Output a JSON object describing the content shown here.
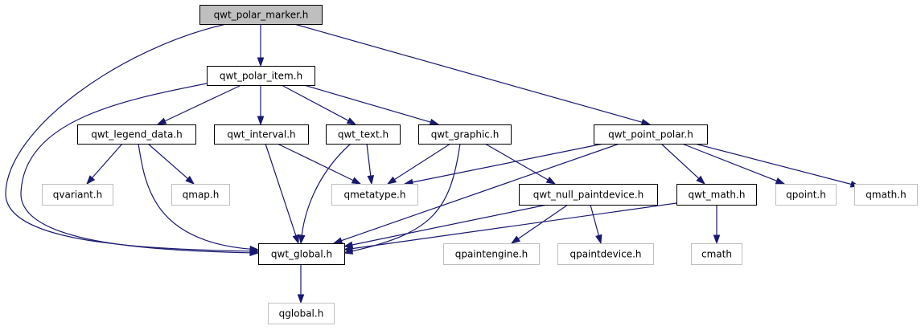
{
  "colors": {
    "edge": "#191970",
    "root_fill": "#bfbfbf",
    "node_fill": "#ffffff",
    "node_border": "#000000",
    "external_border": "#bfbfbf"
  },
  "nodes": [
    {
      "id": "qwt_polar_marker",
      "label": "qwt_polar_marker.h",
      "kind": "root"
    },
    {
      "id": "qwt_polar_item",
      "label": "qwt_polar_item.h",
      "kind": "internal"
    },
    {
      "id": "qwt_point_polar",
      "label": "qwt_point_polar.h",
      "kind": "internal"
    },
    {
      "id": "qwt_legend_data",
      "label": "qwt_legend_data.h",
      "kind": "internal"
    },
    {
      "id": "qwt_interval",
      "label": "qwt_interval.h",
      "kind": "internal"
    },
    {
      "id": "qwt_text",
      "label": "qwt_text.h",
      "kind": "internal"
    },
    {
      "id": "qwt_graphic",
      "label": "qwt_graphic.h",
      "kind": "internal"
    },
    {
      "id": "qvariant",
      "label": "qvariant.h",
      "kind": "external"
    },
    {
      "id": "qmap",
      "label": "qmap.h",
      "kind": "external"
    },
    {
      "id": "qmetatype",
      "label": "qmetatype.h",
      "kind": "external"
    },
    {
      "id": "qwt_null_paintdevice",
      "label": "qwt_null_paintdevice.h",
      "kind": "internal"
    },
    {
      "id": "qwt_math",
      "label": "qwt_math.h",
      "kind": "internal"
    },
    {
      "id": "qpoint",
      "label": "qpoint.h",
      "kind": "external"
    },
    {
      "id": "qmath",
      "label": "qmath.h",
      "kind": "external"
    },
    {
      "id": "qwt_global",
      "label": "qwt_global.h",
      "kind": "internal"
    },
    {
      "id": "qpaintengine",
      "label": "qpaintengine.h",
      "kind": "external"
    },
    {
      "id": "qpaintdevice",
      "label": "qpaintdevice.h",
      "kind": "external"
    },
    {
      "id": "cmath",
      "label": "cmath",
      "kind": "external"
    },
    {
      "id": "qglobal",
      "label": "qglobal.h",
      "kind": "external"
    }
  ],
  "edges": [
    {
      "from": "qwt_polar_marker",
      "to": "qwt_polar_item"
    },
    {
      "from": "qwt_polar_marker",
      "to": "qwt_point_polar"
    },
    {
      "from": "qwt_polar_marker",
      "to": "qwt_global"
    },
    {
      "from": "qwt_polar_item",
      "to": "qwt_legend_data"
    },
    {
      "from": "qwt_polar_item",
      "to": "qwt_interval"
    },
    {
      "from": "qwt_polar_item",
      "to": "qwt_text"
    },
    {
      "from": "qwt_polar_item",
      "to": "qwt_graphic"
    },
    {
      "from": "qwt_polar_item",
      "to": "qwt_global"
    },
    {
      "from": "qwt_legend_data",
      "to": "qvariant"
    },
    {
      "from": "qwt_legend_data",
      "to": "qmap"
    },
    {
      "from": "qwt_legend_data",
      "to": "qwt_global"
    },
    {
      "from": "qwt_interval",
      "to": "qmetatype"
    },
    {
      "from": "qwt_interval",
      "to": "qwt_global"
    },
    {
      "from": "qwt_text",
      "to": "qmetatype"
    },
    {
      "from": "qwt_text",
      "to": "qwt_global"
    },
    {
      "from": "qwt_graphic",
      "to": "qmetatype"
    },
    {
      "from": "qwt_graphic",
      "to": "qwt_null_paintdevice"
    },
    {
      "from": "qwt_graphic",
      "to": "qwt_global"
    },
    {
      "from": "qwt_point_polar",
      "to": "qmetatype"
    },
    {
      "from": "qwt_point_polar",
      "to": "qwt_global"
    },
    {
      "from": "qwt_point_polar",
      "to": "qwt_math"
    },
    {
      "from": "qwt_point_polar",
      "to": "qpoint"
    },
    {
      "from": "qwt_point_polar",
      "to": "qmath"
    },
    {
      "from": "qwt_null_paintdevice",
      "to": "qwt_global"
    },
    {
      "from": "qwt_null_paintdevice",
      "to": "qpaintengine"
    },
    {
      "from": "qwt_null_paintdevice",
      "to": "qpaintdevice"
    },
    {
      "from": "qwt_math",
      "to": "qwt_global"
    },
    {
      "from": "qwt_math",
      "to": "cmath"
    },
    {
      "from": "qwt_global",
      "to": "qglobal"
    }
  ]
}
